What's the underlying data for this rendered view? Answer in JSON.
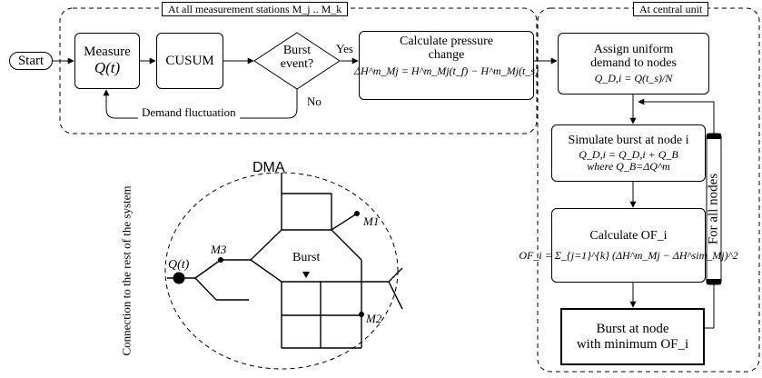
{
  "frames": {
    "stations_label": "At all measurement stations M_j .. M_k",
    "central_label": "At central unit"
  },
  "nodes": {
    "start": "Start",
    "measure_line1": "Measure",
    "measure_line2": "Q(t)",
    "cusum": "CUSUM",
    "burst_event_line1": "Burst",
    "burst_event_line2": "event?",
    "calc_pressure_line1": "Calculate pressure",
    "calc_pressure_line2": "change",
    "calc_pressure_formula": "ΔH^m_Mj = H^m_Mj(t_f) − H^m_Mj(t_s)",
    "assign_line1": "Assign uniform",
    "assign_line2": "demand to nodes",
    "assign_formula": "Q_D,i = Q(t_s)/N",
    "simulate_line1": "Simulate burst at node i",
    "simulate_formula1": "Q_D,i = Q_D,i + Q_B",
    "simulate_formula2": "where Q_B=ΔQ^m",
    "calc_of_line1": "Calculate OF_i",
    "calc_of_formula": "OF_i = Σ_{j=1}^{k} (ΔH^m_Mj − ΔH^sim_Mj)^2",
    "result_line1": "Burst at node",
    "result_line2": "with minimum OF_i",
    "loop_label": "For all nodes"
  },
  "edges": {
    "yes": "Yes",
    "no": "No",
    "demand_fluctuation": "Demand fluctuation"
  },
  "dma": {
    "title": "DMA",
    "side_label": "Connection to the rest of the system",
    "q_label": "Q(t)",
    "m3": "M3",
    "m1": "M1",
    "m2": "M2",
    "burst": "Burst"
  }
}
